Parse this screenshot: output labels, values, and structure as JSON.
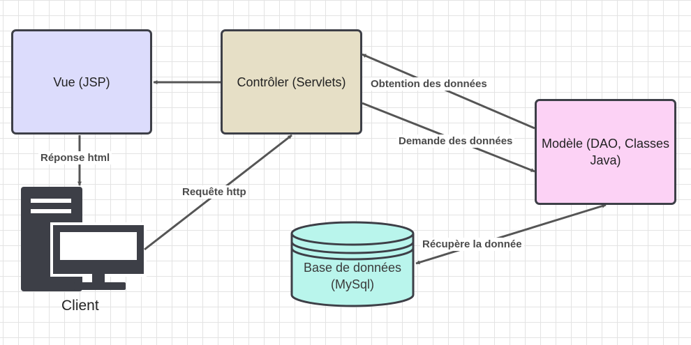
{
  "nodes": {
    "vue": "Vue (JSP)",
    "controleur": "Contrôler (Servlets)",
    "modele": "Modèle (DAO, Classes Java)",
    "database": "Base de données (MySql)",
    "client": "Client"
  },
  "edges": {
    "obtention": "Obtention des données",
    "demande": "Demande des données",
    "reponse": "Réponse html",
    "requete": "Requête http",
    "recupere": "Récupère la donnée"
  },
  "colors": {
    "vue_fill": "#dcdcfc",
    "controleur_fill": "#e6dfc6",
    "modele_fill": "#fcd2f5",
    "database_fill": "#b9f5ec",
    "stroke": "#3d3f47",
    "arrow": "#555555"
  },
  "icons": {
    "client": "desktop-computer-icon"
  }
}
